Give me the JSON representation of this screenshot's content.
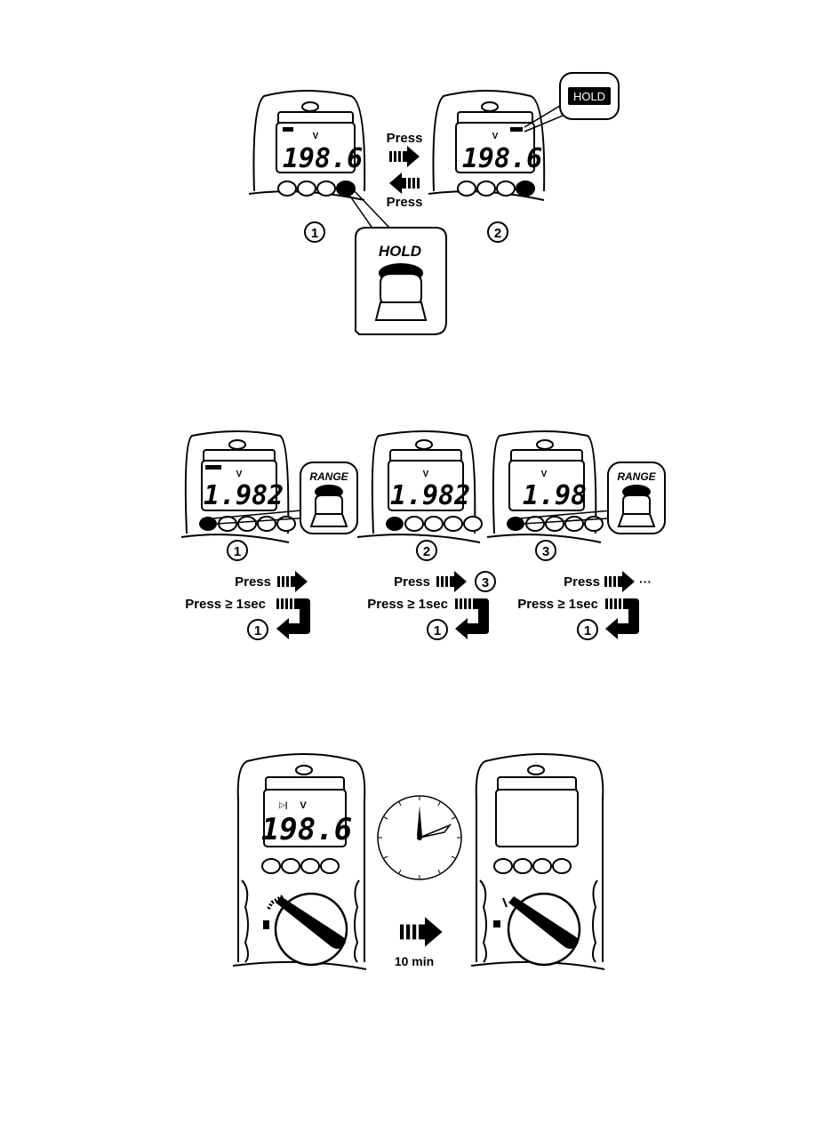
{
  "section_hold": {
    "step_1": "1",
    "step_2": "2",
    "press_forward": "Press",
    "press_back": "Press",
    "reading_1": "198.6",
    "reading_2": "198.6",
    "unit": "V",
    "callout_hold_label": "HOLD",
    "zoom_button_label": "HOLD"
  },
  "section_range": {
    "step_1": "1",
    "step_2": "2",
    "step_3": "3",
    "reading_1": "1.982",
    "reading_2": "1.982",
    "reading_3": "1.98",
    "unit": "V",
    "zoom_button_label": "RANGE",
    "col1": {
      "press": "Press",
      "press_long": "Press ≥ 1sec",
      "return_to": "1"
    },
    "col2": {
      "press": "Press",
      "press_next": "3",
      "press_long": "Press ≥ 1sec",
      "return_to": "1"
    },
    "col3": {
      "press": "Press",
      "press_next": "···",
      "press_long": "Press ≥ 1sec",
      "return_to": "1"
    }
  },
  "section_autooff": {
    "reading": "198.6",
    "unit": "V",
    "duration_label": "10 min"
  }
}
